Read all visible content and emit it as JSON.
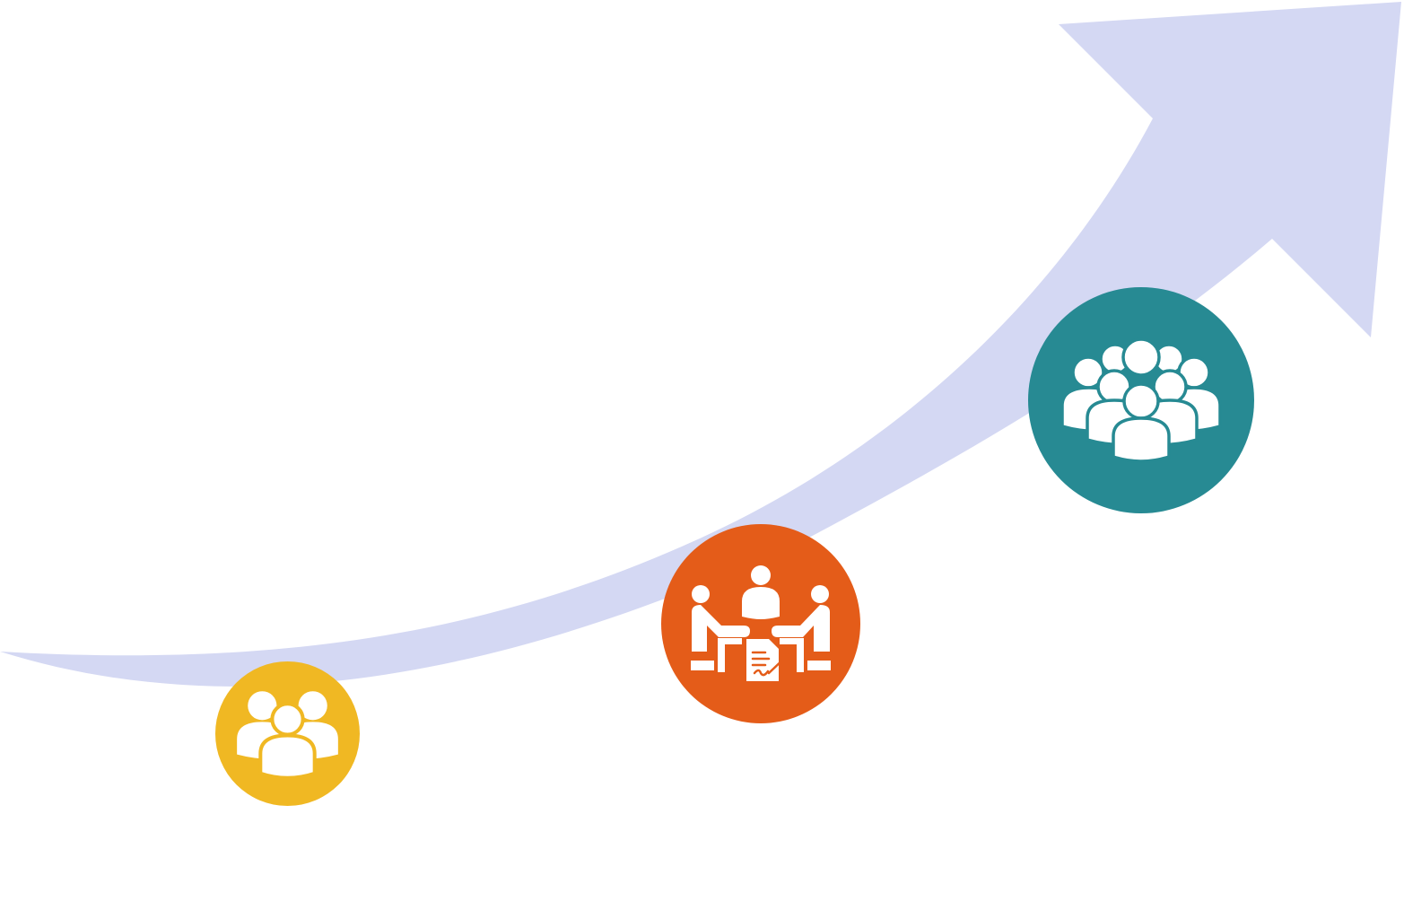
{
  "diagram": {
    "arrow": {
      "name": "growth-arrow",
      "color": "#d4d8f3"
    },
    "stages": [
      {
        "name": "small-group",
        "icon": "group-of-three-people-icon",
        "color": "#f0b823"
      },
      {
        "name": "meeting",
        "icon": "meeting-contract-signing-icon",
        "color": "#e45c19"
      },
      {
        "name": "large-group",
        "icon": "crowd-of-people-icon",
        "color": "#278a93"
      }
    ]
  }
}
